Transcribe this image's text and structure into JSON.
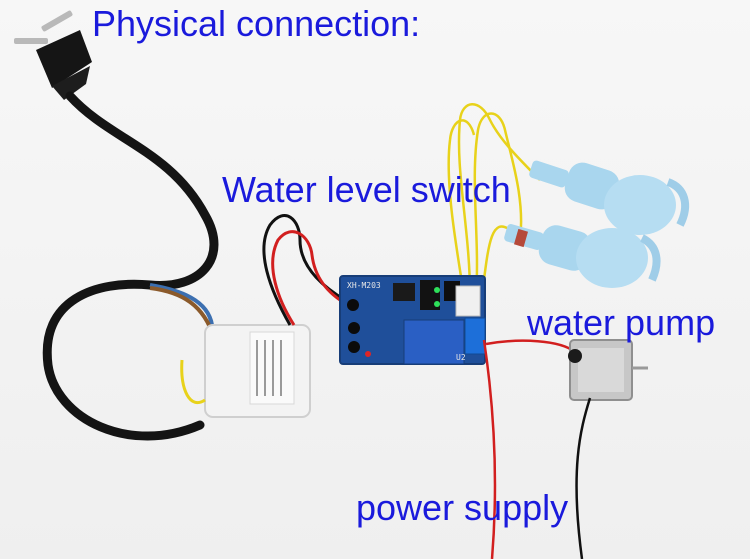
{
  "labels": {
    "title": "Physical connection:",
    "water_level_switch": "Water level switch",
    "water_pump": "water pump",
    "power_supply": "power supply"
  },
  "board": {
    "model": "XH-M203",
    "terminal": "U2"
  },
  "colors": {
    "label_text": "#1a1adc",
    "board_pcb": "#1f4f9a",
    "relay": "#2a5fc4",
    "float_sensor": "#a9d6ee",
    "yellow_wire": "#e8d21a",
    "red_wire": "#d21f1f",
    "black_wire": "#111111"
  },
  "icons": [
    "power-plug-icon",
    "power-adapter-icon",
    "relay-board-icon",
    "float-sensor-icon",
    "motor-icon"
  ]
}
